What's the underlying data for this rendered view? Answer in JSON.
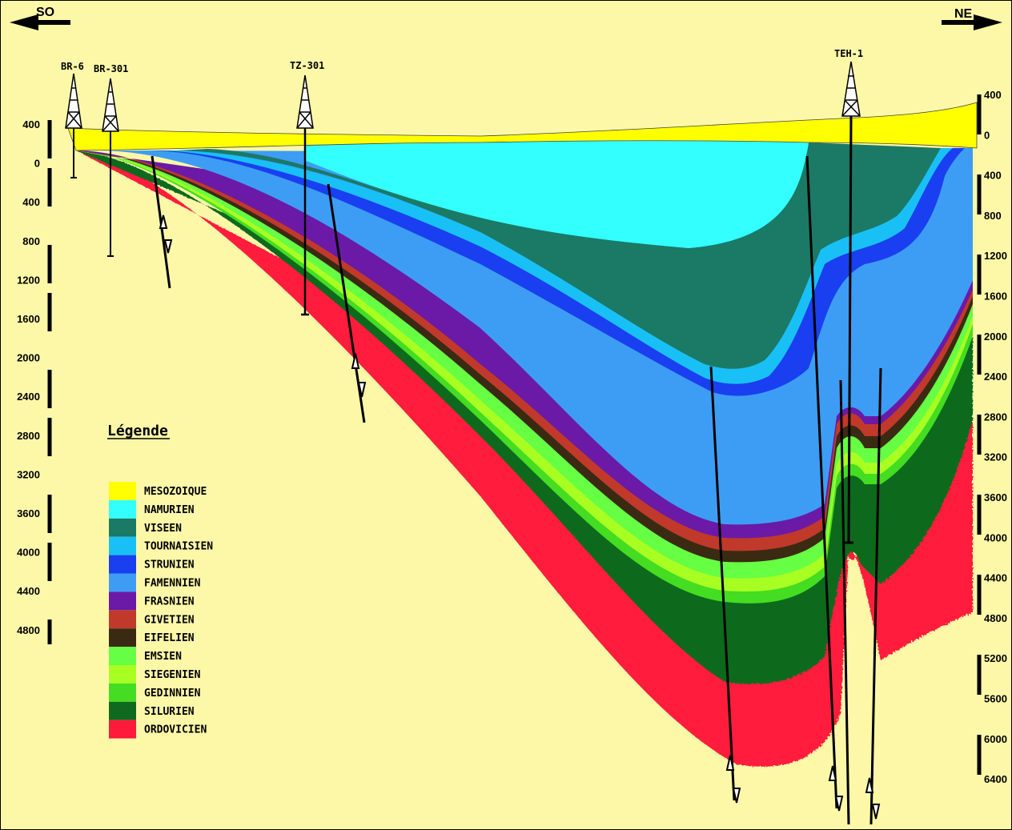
{
  "orientation": {
    "left": "SO",
    "right": "NE"
  },
  "wells": [
    {
      "name": "BR-6"
    },
    {
      "name": "BR-301"
    },
    {
      "name": "TZ-301"
    },
    {
      "name": "TEH-1"
    }
  ],
  "left_scale": [
    "400",
    "0",
    "400",
    "800",
    "1200",
    "1600",
    "2000",
    "2400",
    "2800",
    "3200",
    "3600",
    "4000",
    "4400",
    "4800"
  ],
  "right_scale": [
    "400",
    "0",
    "400",
    "800",
    "1200",
    "1600",
    "2000",
    "2400",
    "2800",
    "3200",
    "3600",
    "4000",
    "4400",
    "4800",
    "5200",
    "5600",
    "6000",
    "6400"
  ],
  "legend": {
    "title": "Légende",
    "items": [
      {
        "label": "MESOZOIQUE",
        "color": "#ffff00"
      },
      {
        "label": "NAMURIEN",
        "color": "#33ffff"
      },
      {
        "label": "VISEEN",
        "color": "#1a7a66"
      },
      {
        "label": "TOURNAISIEN",
        "color": "#19c0f5"
      },
      {
        "label": "STRUNIEN",
        "color": "#1a3ff0"
      },
      {
        "label": "FAMENNIEN",
        "color": "#3d9df5"
      },
      {
        "label": "FRASNIEN",
        "color": "#6a1aa6"
      },
      {
        "label": "GIVETIEN",
        "color": "#c0392b"
      },
      {
        "label": "EIFELIEN",
        "color": "#3b2a12"
      },
      {
        "label": "EMSIEN",
        "color": "#66ff44"
      },
      {
        "label": "SIEGENIEN",
        "color": "#a8ff22"
      },
      {
        "label": "GEDINNIEN",
        "color": "#44dd22"
      },
      {
        "label": "SILURIEN",
        "color": "#0f6a1f"
      },
      {
        "label": "ORDOVICIEN",
        "color": "#ff1a3c"
      }
    ]
  },
  "colors": {
    "background": "#fcf8a8"
  }
}
